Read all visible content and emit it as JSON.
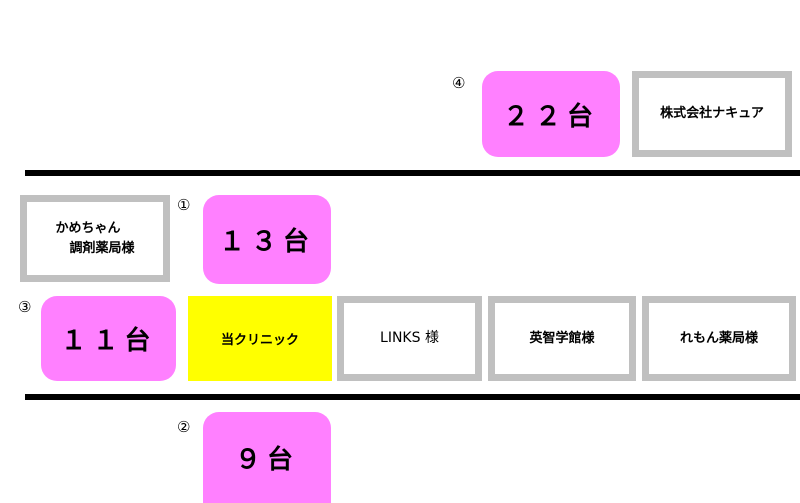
{
  "parking": [
    {
      "id": "1",
      "marker": "①",
      "capacity": "１３台"
    },
    {
      "id": "2",
      "marker": "②",
      "capacity": "９台"
    },
    {
      "id": "3",
      "marker": "③",
      "capacity": "１１台"
    },
    {
      "id": "4",
      "marker": "④",
      "capacity": "２２台"
    }
  ],
  "buildings": {
    "nakyua": "株式会社ナキュア",
    "kamechan_line1": "かめちゃん",
    "kamechan_line2": "調剤薬局様",
    "clinic": "当クリニック",
    "links": "LINKS 様",
    "eichi": "英智学館様",
    "remon": "れもん薬局様"
  },
  "colors": {
    "parking": "#ff80ff",
    "clinic": "#ffff00",
    "building_border": "#c0c0c0",
    "road": "#000000"
  }
}
